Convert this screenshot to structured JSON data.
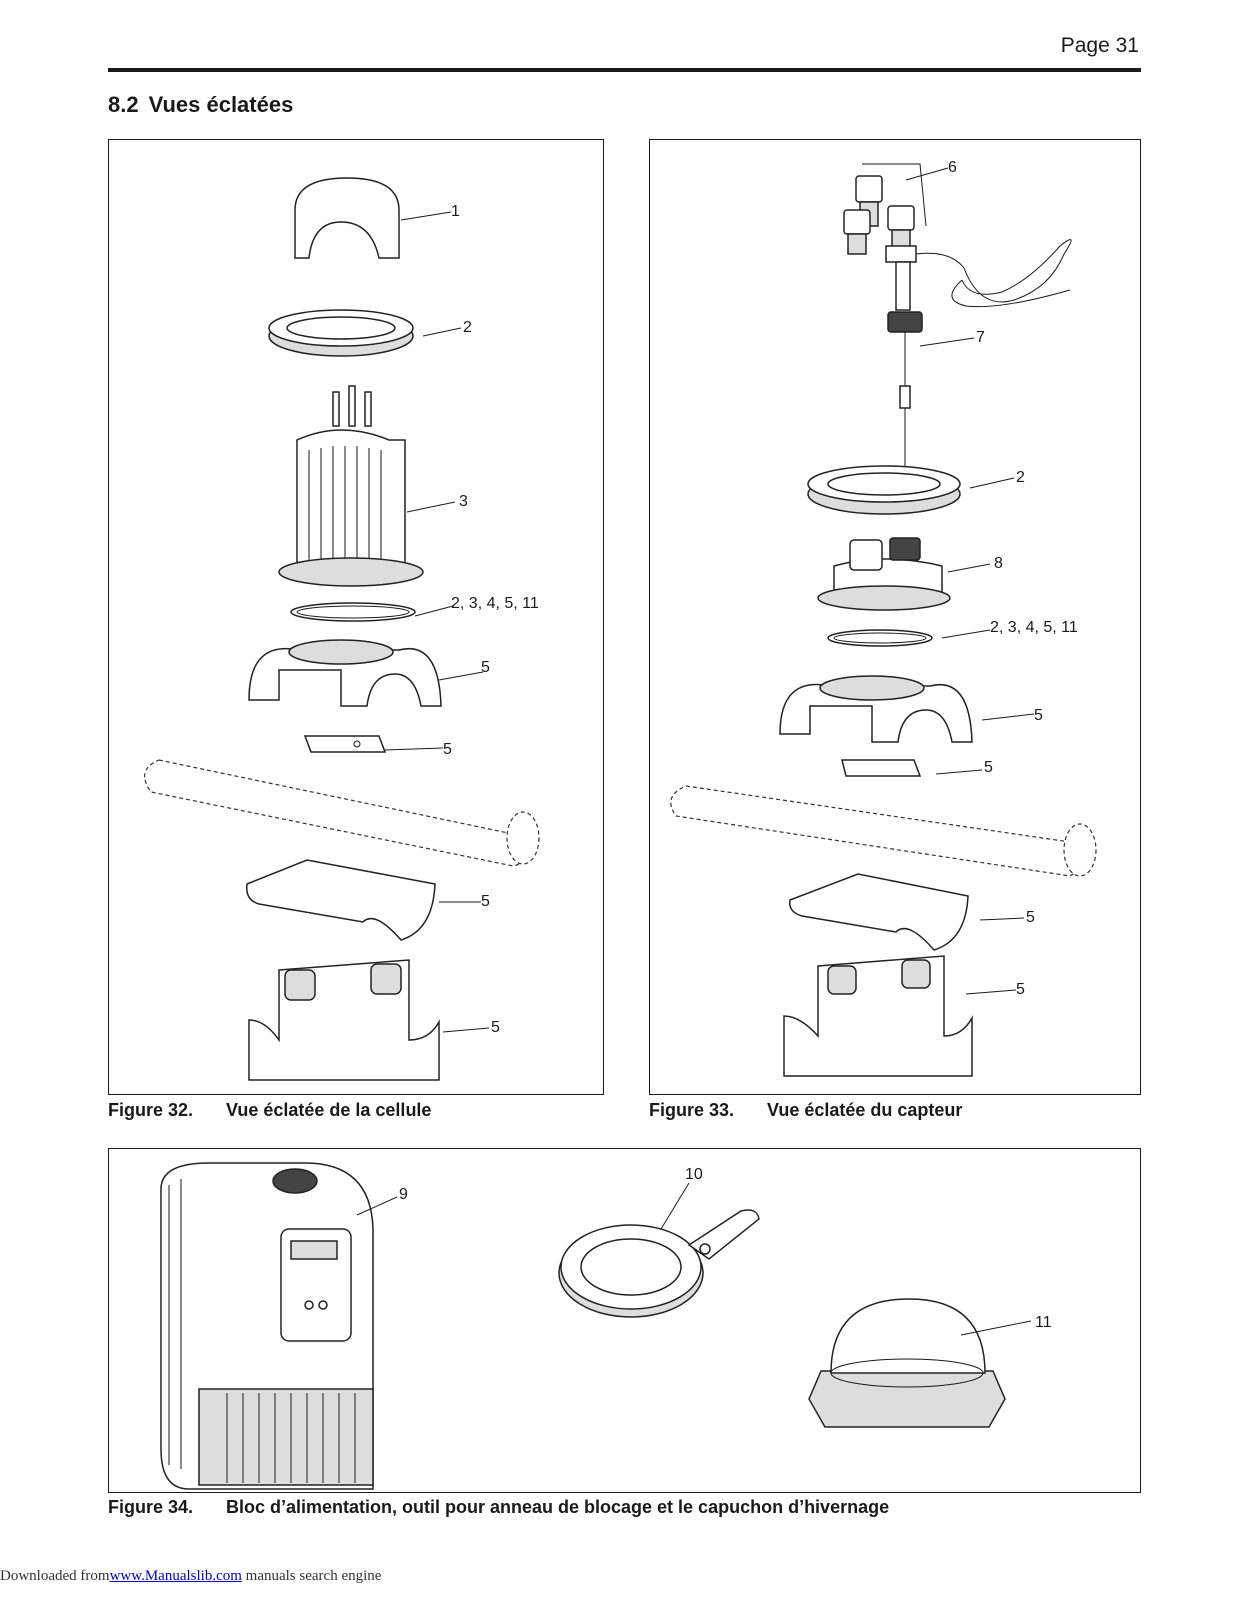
{
  "header": {
    "page_number": "Page 31"
  },
  "section": {
    "number": "8.2",
    "title": "Vues éclatées"
  },
  "figures": {
    "fig32": {
      "label": "Figure 32.",
      "title": "Vue éclatée de la cellule",
      "callouts": [
        "1",
        "2",
        "3",
        "2, 3, 4, 5, 11",
        "5",
        "5",
        "5",
        "5"
      ]
    },
    "fig33": {
      "label": "Figure 33.",
      "title": "Vue éclatée du capteur",
      "callouts": [
        "6",
        "7",
        "2",
        "8",
        "2, 3, 4, 5, 11",
        "5",
        "5",
        "5",
        "5"
      ]
    },
    "fig34": {
      "label": "Figure 34.",
      "title": "Bloc d’alimentation, outil pour anneau de blocage et le capuchon d’hivernage",
      "callouts": [
        "9",
        "10",
        "11"
      ]
    }
  },
  "footer": {
    "prefix": "Downloaded from",
    "link_text": "www.Manualslib.com",
    "suffix": " manuals search engine"
  }
}
